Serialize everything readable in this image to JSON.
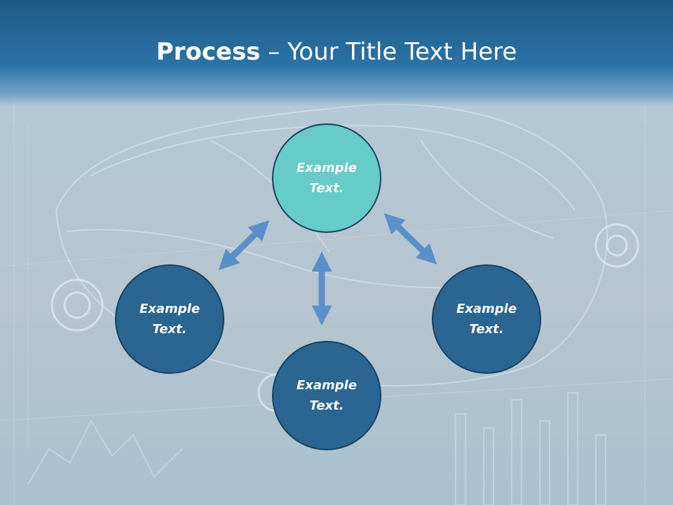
{
  "title": {
    "bold": "Process",
    "rest": " – Your Title Text Here"
  },
  "nodes": [
    {
      "id": "top",
      "line1": "Example",
      "line2": "Text."
    },
    {
      "id": "left",
      "line1": "Example",
      "line2": "Text."
    },
    {
      "id": "right",
      "line1": "Example",
      "line2": "Text."
    },
    {
      "id": "bottom",
      "line1": "Example",
      "line2": "Text."
    }
  ],
  "colors": {
    "header": "#2a72a5",
    "node_dark": "#2b6592",
    "node_accent": "#67cbc7",
    "arrow": "#5b8fc9",
    "node_border": "#14425f"
  }
}
